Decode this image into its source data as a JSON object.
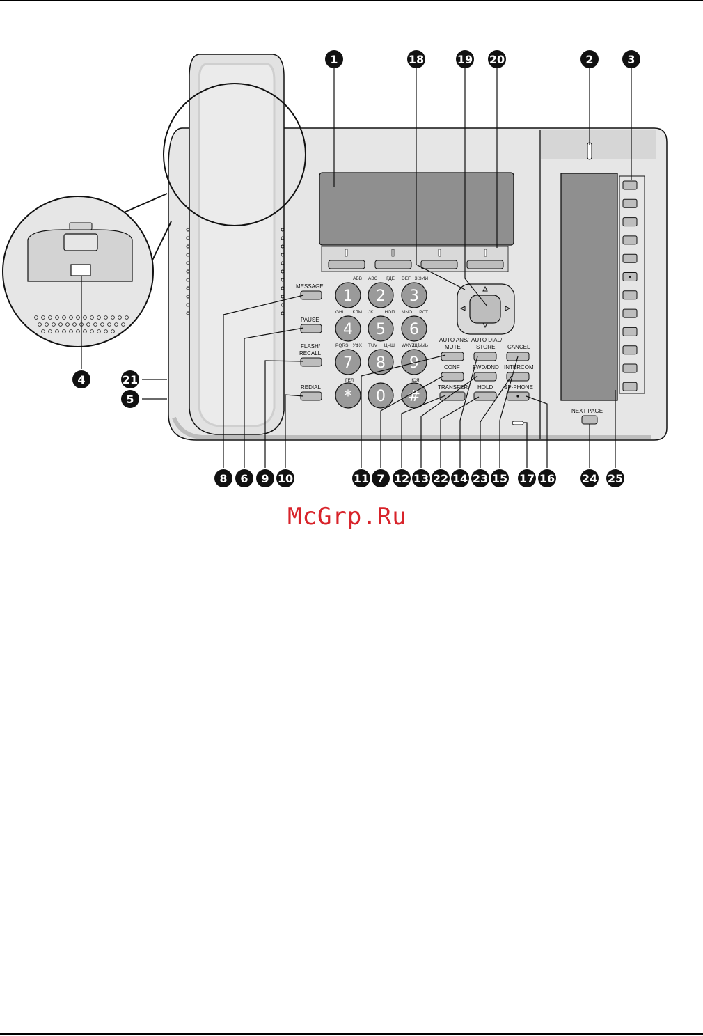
{
  "watermark": "McGrp.Ru",
  "labels": {
    "message": "MESSAGE",
    "pause": "PAUSE",
    "flash_1": "FLASH/",
    "flash_2": "RECALL",
    "redial": "REDIAL",
    "auto_ans_1": "AUTO ANS/",
    "auto_ans_2": "MUTE",
    "auto_dial_1": "AUTO DIAL/",
    "auto_dial_2": "STORE",
    "cancel": "CANCEL",
    "conf": "CONF",
    "fwd_dnd": "FWD/DND",
    "intercom": "INTERCOM",
    "transfer": "TRANSFER",
    "hold": "HOLD",
    "sp_phone": "SP-PHONE",
    "next_page": "NEXT PAGE"
  },
  "keypad": [
    {
      "digit": "1",
      "sub_left": "",
      "sub_right": "АБВ"
    },
    {
      "digit": "2",
      "sub_left": "ABC",
      "sub_right": "ГДЕ"
    },
    {
      "digit": "3",
      "sub_left": "DEF",
      "sub_right": "ЖЗИЙ"
    },
    {
      "digit": "4",
      "sub_left": "GHI",
      "sub_right": "КЛМ"
    },
    {
      "digit": "5",
      "sub_left": "JKL",
      "sub_right": "НОП"
    },
    {
      "digit": "6",
      "sub_left": "MNO",
      "sub_right": "РСТ"
    },
    {
      "digit": "7",
      "sub_left": "PQRS",
      "sub_right": "УФХ"
    },
    {
      "digit": "8",
      "sub_left": "TUV",
      "sub_right": "ЦЧШ"
    },
    {
      "digit": "9",
      "sub_left": "WXYZ",
      "sub_right": "ЩЪЫЬ"
    },
    {
      "digit": "*",
      "sub_left": "",
      "sub_right": "ГЕЛ"
    },
    {
      "digit": "0",
      "sub_left": "",
      "sub_right": ""
    },
    {
      "digit": "#",
      "sub_left": "",
      "sub_right": "ЮЯ"
    }
  ],
  "callouts": {
    "c1": "1",
    "c2": "2",
    "c3": "3",
    "c4": "4",
    "c5": "5",
    "c6": "6",
    "c7": "7",
    "c8": "8",
    "c9": "9",
    "c10": "10",
    "c11": "11",
    "c12": "12",
    "c13": "13",
    "c14": "14",
    "c15": "15",
    "c16": "16",
    "c17": "17",
    "c18": "18",
    "c19": "19",
    "c20": "20",
    "c21": "21",
    "c22": "22",
    "c23": "23",
    "c24": "24",
    "c25": "25"
  },
  "colors": {
    "body": "#e6e6e6",
    "body_shade": "#cfcfcf",
    "display": "#8f8f8f",
    "key": "#9a9a9a",
    "button": "#bdbdbd",
    "callout": "#111111",
    "watermark": "#d8232a"
  }
}
